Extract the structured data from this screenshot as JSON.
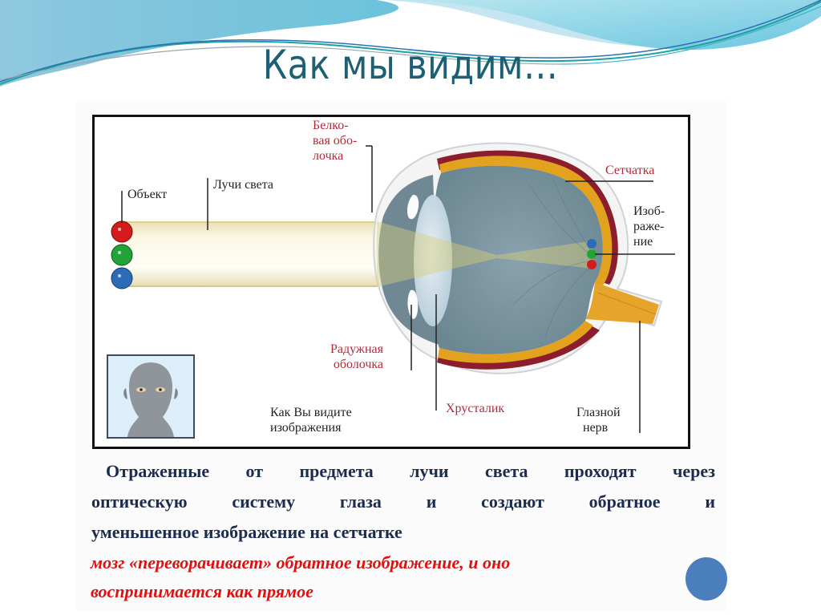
{
  "slide": {
    "title": "Как мы видим…",
    "colors": {
      "title": "#1d5f73",
      "caption": "#1b2c4e",
      "note": "#e01010",
      "label_red": "#b22a3a",
      "accent_circle": "#4a7ebd"
    }
  },
  "diagram": {
    "labels": {
      "object": "Объект",
      "light_rays": "Лучи света",
      "sclera": "Белко-\nвая обо-\nлочка",
      "retina": "Сетчатка",
      "image": "Изоб-\nраже-\nние",
      "iris": "Радужная\nоболочка",
      "lens": "Хрусталик",
      "optic_nerve": "Глазной\n  нерв",
      "how_you_see": "Как Вы видите\nизображения"
    },
    "object_balls": [
      "red",
      "green",
      "blue"
    ],
    "image_balls": [
      "blue",
      "green",
      "red"
    ]
  },
  "caption": {
    "line1": "Отраженные от предмета лучи света проходят через",
    "line2": "оптическую системy глаза и создают обратное и",
    "line3": "уменьшенное изображение на сетчатке"
  },
  "note": {
    "line1": "мозг «переворачивает» обратное изображение, и оно",
    "line2": "воспринимается как прямое"
  }
}
